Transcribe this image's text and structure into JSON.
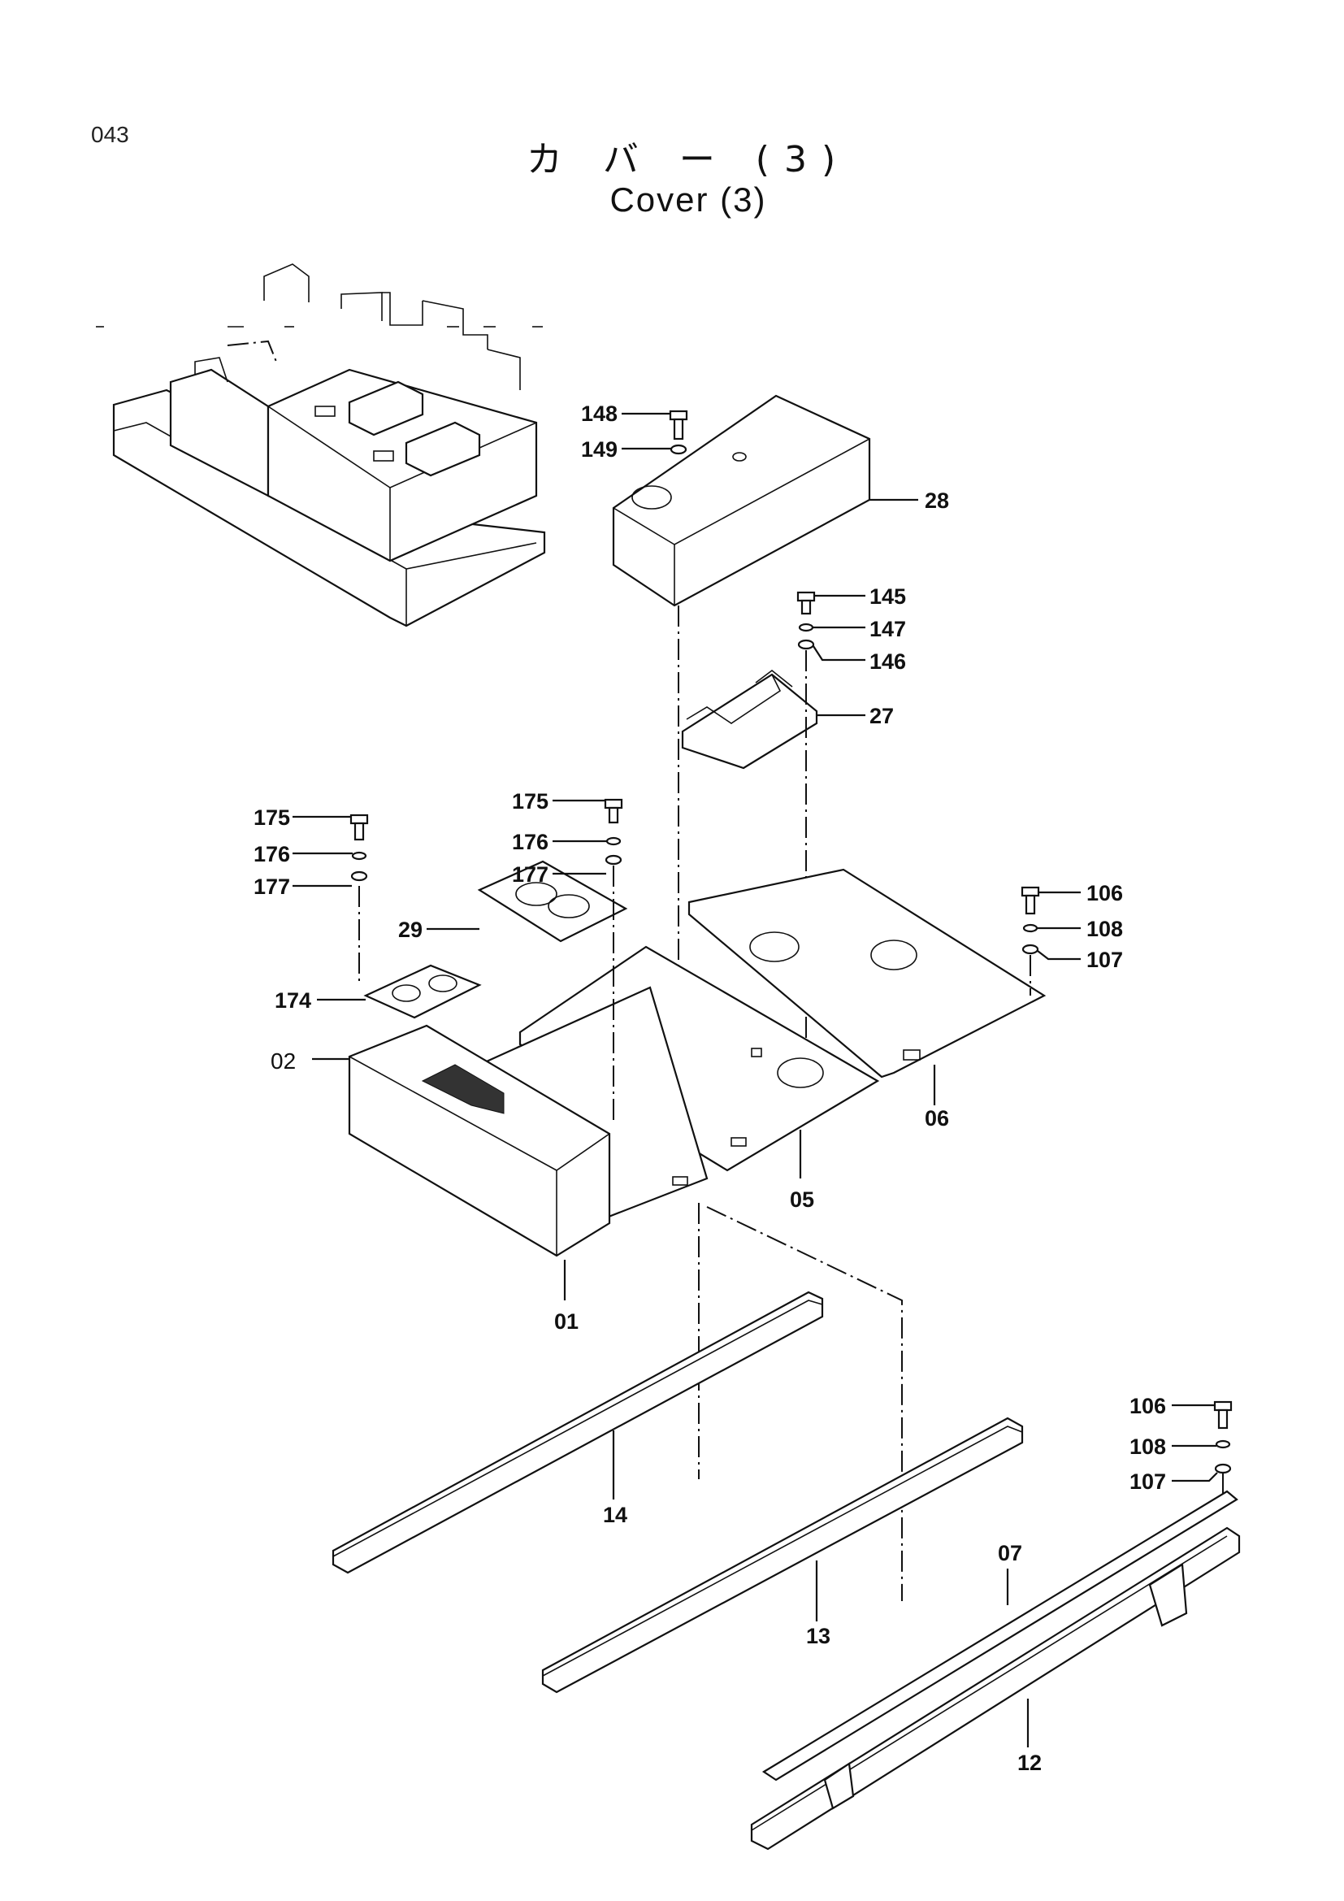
{
  "header": {
    "page_number": "043",
    "title_ja": "カ バ ー (3)",
    "title_en": "Cover  (3)"
  },
  "callouts": {
    "p148": "148",
    "p149": "149",
    "p28": "28",
    "p145": "145",
    "p147": "147",
    "p146": "146",
    "p27": "27",
    "p175a": "175",
    "p176a": "176",
    "p177a": "177",
    "p175b": "175",
    "p176b": "176",
    "p177b": "177",
    "p29": "29",
    "p174": "174",
    "p02": "02",
    "p01": "01",
    "p05": "05",
    "p06": "06",
    "p106a": "106",
    "p108a": "108",
    "p107a": "107",
    "p106b": "106",
    "p108b": "108",
    "p107b": "107",
    "p14": "14",
    "p13": "13",
    "p07": "07",
    "p12": "12"
  }
}
